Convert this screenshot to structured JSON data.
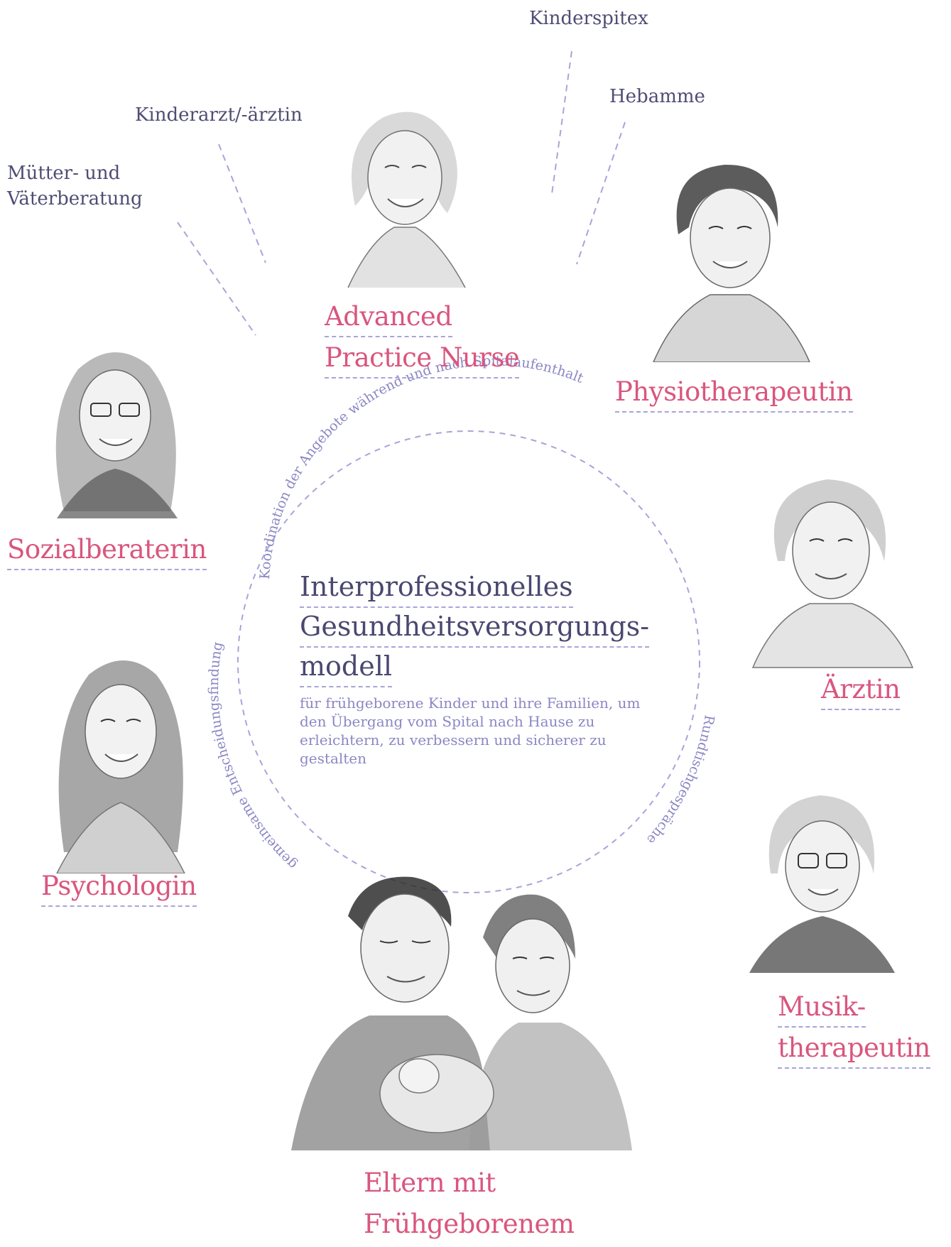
{
  "external_services": [
    {
      "id": "kinderspitex",
      "label": "Kinderspitex"
    },
    {
      "id": "hebamme",
      "label": "Hebamme"
    },
    {
      "id": "kinderarzt",
      "label": "Kinderarzt/-ärztin"
    },
    {
      "id": "muetter",
      "lines": [
        "Mütter- und",
        "Väterberatung"
      ]
    }
  ],
  "roles": {
    "apn": [
      "Advanced",
      "Practice Nurse"
    ],
    "physio": [
      "Physiotherapeutin"
    ],
    "sozial": [
      "Sozialberaterin"
    ],
    "aerztin": [
      "Ärztin"
    ],
    "psych": [
      "Psychologin"
    ],
    "musik": [
      "Musik-",
      "therapeutin"
    ],
    "eltern": [
      "Eltern mit",
      "Frühgeborenem"
    ]
  },
  "center": {
    "title_lines": [
      "Interprofessionelles",
      "Gesundheitsversorgungs-",
      "modell"
    ],
    "subtitle": "für frühgeborene Kinder und ihre Familien, um den Übergang vom Spital nach Hause zu erleichtern, zu verbessern und sicherer zu gestalten"
  },
  "circle_labels": {
    "top": "Koordination der Angebote während und nach Spitalaufenthalt",
    "left": "gemeinsame Entscheidungsfindung",
    "right": "Rundtischgespräche"
  },
  "colors": {
    "role_text": "#d9567f",
    "dashes": "#a9a4d8",
    "title": "#4a4870",
    "subtitle": "#8b87c4",
    "external_text": "#4f4d74"
  }
}
